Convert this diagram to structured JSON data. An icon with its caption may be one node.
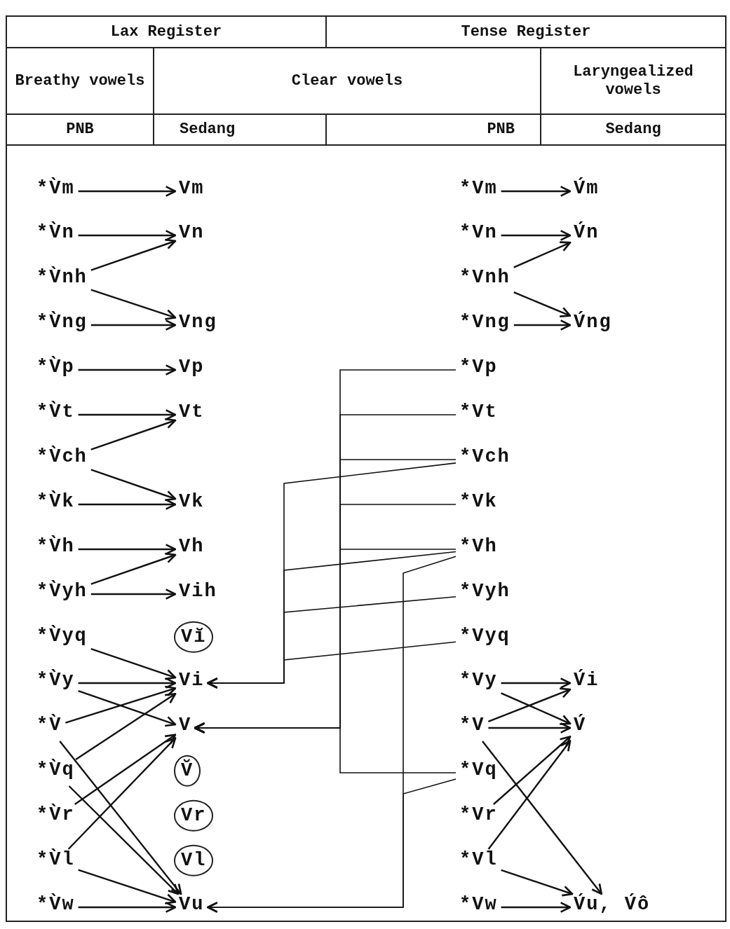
{
  "diagram": {
    "nodes": [
      {
        "text": [
          "*V̀m"
        ]
      },
      {
        "text": [
          "Vm"
        ]
      },
      {
        "text": [
          "*Vm"
        ]
      },
      {
        "text": [
          "V́m"
        ]
      },
      {
        "text": [
          "*V̀n"
        ]
      },
      {
        "text": [
          "Vn"
        ]
      },
      {
        "text": [
          "*Vn"
        ]
      },
      {
        "text": [
          "V́n"
        ]
      },
      {
        "text": [
          "*V̀nh"
        ]
      },
      {
        "text": [
          "*Vnh"
        ]
      },
      {
        "text": [
          "*V̀ng"
        ]
      },
      {
        "text": [
          "Vng"
        ]
      },
      {
        "text": [
          "*Vng"
        ]
      },
      {
        "text": [
          "V́ng"
        ]
      },
      {
        "text": [
          "*V̀p"
        ]
      },
      {
        "text": [
          "Vp"
        ]
      },
      {
        "text": [
          "*Vp"
        ]
      },
      {
        "text": [
          "*V̀t"
        ]
      },
      {
        "text": [
          "Vt"
        ]
      },
      {
        "text": [
          "*Vt"
        ]
      },
      {
        "text": [
          "*V̀ch"
        ]
      },
      {
        "text": [
          "*Vch"
        ]
      },
      {
        "text": [
          "*V̀k"
        ]
      },
      {
        "text": [
          "Vk"
        ]
      },
      {
        "text": [
          "*Vk"
        ]
      },
      {
        "text": [
          "*V̀h"
        ]
      },
      {
        "text": [
          "Vh"
        ]
      },
      {
        "text": [
          "*Vh"
        ]
      },
      {
        "text": [
          "*V̀yh"
        ]
      },
      {
        "text": [
          "Vih"
        ]
      },
      {
        "text": [
          "*Vyh"
        ]
      },
      {
        "text": [
          "*V̀yq"
        ]
      },
      {
        "text": [
          "Vĭ"
        ]
      },
      {
        "text": [
          "*Vyq"
        ]
      },
      {
        "text": [
          "*V̀y"
        ]
      },
      {
        "text": [
          "Vi"
        ]
      },
      {
        "text": [
          "*Vy"
        ]
      },
      {
        "text": [
          "V́i"
        ]
      },
      {
        "text": [
          "*V̀"
        ]
      },
      {
        "text": [
          "V"
        ]
      },
      {
        "text": [
          "*V"
        ]
      },
      {
        "text": [
          "V́"
        ]
      },
      {
        "text": [
          "*V̀q"
        ]
      },
      {
        "text": [
          "V̆"
        ]
      },
      {
        "text": [
          "*Vq"
        ]
      },
      {
        "text": [
          "*V̀r"
        ]
      },
      {
        "text": [
          "Vr"
        ]
      },
      {
        "text": [
          "*Vr"
        ]
      },
      {
        "text": [
          "*V̀l"
        ]
      },
      {
        "text": [
          "Vl"
        ]
      },
      {
        "text": [
          "*Vl"
        ]
      },
      {
        "text": [
          "*V̀w"
        ]
      },
      {
        "text": [
          "Vu"
        ]
      },
      {
        "text": [
          "*Vw"
        ]
      },
      {
        "text": [
          "V́u, V́ô"
        ]
      }
    ],
    "edges": [
      {
        "from": 0,
        "to": 1,
        "arrow": "to"
      },
      {
        "from": 4,
        "to": 5,
        "arrow": "to"
      },
      {
        "from": 8,
        "to": 5,
        "arrow": "to"
      },
      {
        "from": 8,
        "to": 11,
        "arrow": "to"
      },
      {
        "from": 10,
        "to": 11,
        "arrow": "to"
      },
      {
        "from": 14,
        "to": 15,
        "arrow": "to"
      },
      {
        "from": 17,
        "to": 18,
        "arrow": "to"
      },
      {
        "from": 20,
        "to": 18,
        "arrow": "to"
      },
      {
        "from": 20,
        "to": 23,
        "arrow": "to"
      },
      {
        "from": 22,
        "to": 23,
        "arrow": "to"
      },
      {
        "from": 25,
        "to": 26,
        "arrow": "to"
      },
      {
        "from": 28,
        "to": 26,
        "arrow": "to"
      },
      {
        "from": 28,
        "to": 29,
        "arrow": "to"
      },
      {
        "from": 31,
        "to": 35,
        "arrow": "to"
      },
      {
        "from": 34,
        "to": 35,
        "arrow": "to"
      },
      {
        "from": 34,
        "to": 39,
        "arrow": "to"
      },
      {
        "from": 38,
        "to": 35,
        "arrow": "to"
      },
      {
        "from": 38,
        "to": 52,
        "arrow": "to"
      },
      {
        "from": 42,
        "to": 35,
        "arrow": "to"
      },
      {
        "from": 42,
        "to": 52,
        "arrow": "to"
      },
      {
        "from": 45,
        "to": 39,
        "arrow": "to"
      },
      {
        "from": 48,
        "to": 39,
        "arrow": "to"
      },
      {
        "from": 48,
        "to": 52,
        "arrow": "to"
      },
      {
        "from": 51,
        "to": 52,
        "arrow": "to"
      },
      {
        "from": 2,
        "to": 3,
        "arrow": "to"
      },
      {
        "from": 6,
        "to": 7,
        "arrow": "to"
      },
      {
        "from": 9,
        "to": 7,
        "arrow": "to"
      },
      {
        "from": 9,
        "to": 13,
        "arrow": "to"
      },
      {
        "from": 12,
        "to": 13,
        "arrow": "to"
      },
      {
        "from": 36,
        "to": 37,
        "arrow": "to"
      },
      {
        "from": 36,
        "to": 41,
        "arrow": "to"
      },
      {
        "from": 40,
        "to": 37,
        "arrow": "to"
      },
      {
        "from": 40,
        "to": 41,
        "arrow": "to"
      },
      {
        "from": 40,
        "to": 54,
        "arrow": "to"
      },
      {
        "from": 47,
        "to": 41,
        "arrow": "to"
      },
      {
        "from": 50,
        "to": 41,
        "arrow": "to"
      },
      {
        "from": 50,
        "to": 54,
        "arrow": "to"
      },
      {
        "from": 53,
        "to": 54,
        "arrow": "to"
      },
      {
        "from": 16,
        "to": 39,
        "arrow": "to"
      },
      {
        "from": 19,
        "to": 39,
        "arrow": "to"
      },
      {
        "from": 21,
        "to": 39,
        "arrow": "to"
      },
      {
        "from": 24,
        "to": 39,
        "arrow": "to"
      },
      {
        "from": 27,
        "to": 39,
        "arrow": "to"
      },
      {
        "from": 44,
        "to": 39,
        "arrow": "to"
      },
      {
        "from": 21,
        "to": 35,
        "arrow": "to"
      },
      {
        "from": 27,
        "to": 35,
        "arrow": "to"
      },
      {
        "from": 30,
        "to": 35,
        "arrow": "to"
      },
      {
        "from": 33,
        "to": 35,
        "arrow": "to"
      },
      {
        "from": 27,
        "to": 52,
        "arrow": "to"
      },
      {
        "from": 44,
        "to": 52,
        "arrow": "to"
      }
    ],
    "labels": [
      "Lax Register",
      "Tense Register",
      "Breathy vowels",
      "Clear vowels",
      "Laryngealized vowels",
      "PNB",
      "Sedang",
      "PNB",
      "Sedang"
    ]
  }
}
